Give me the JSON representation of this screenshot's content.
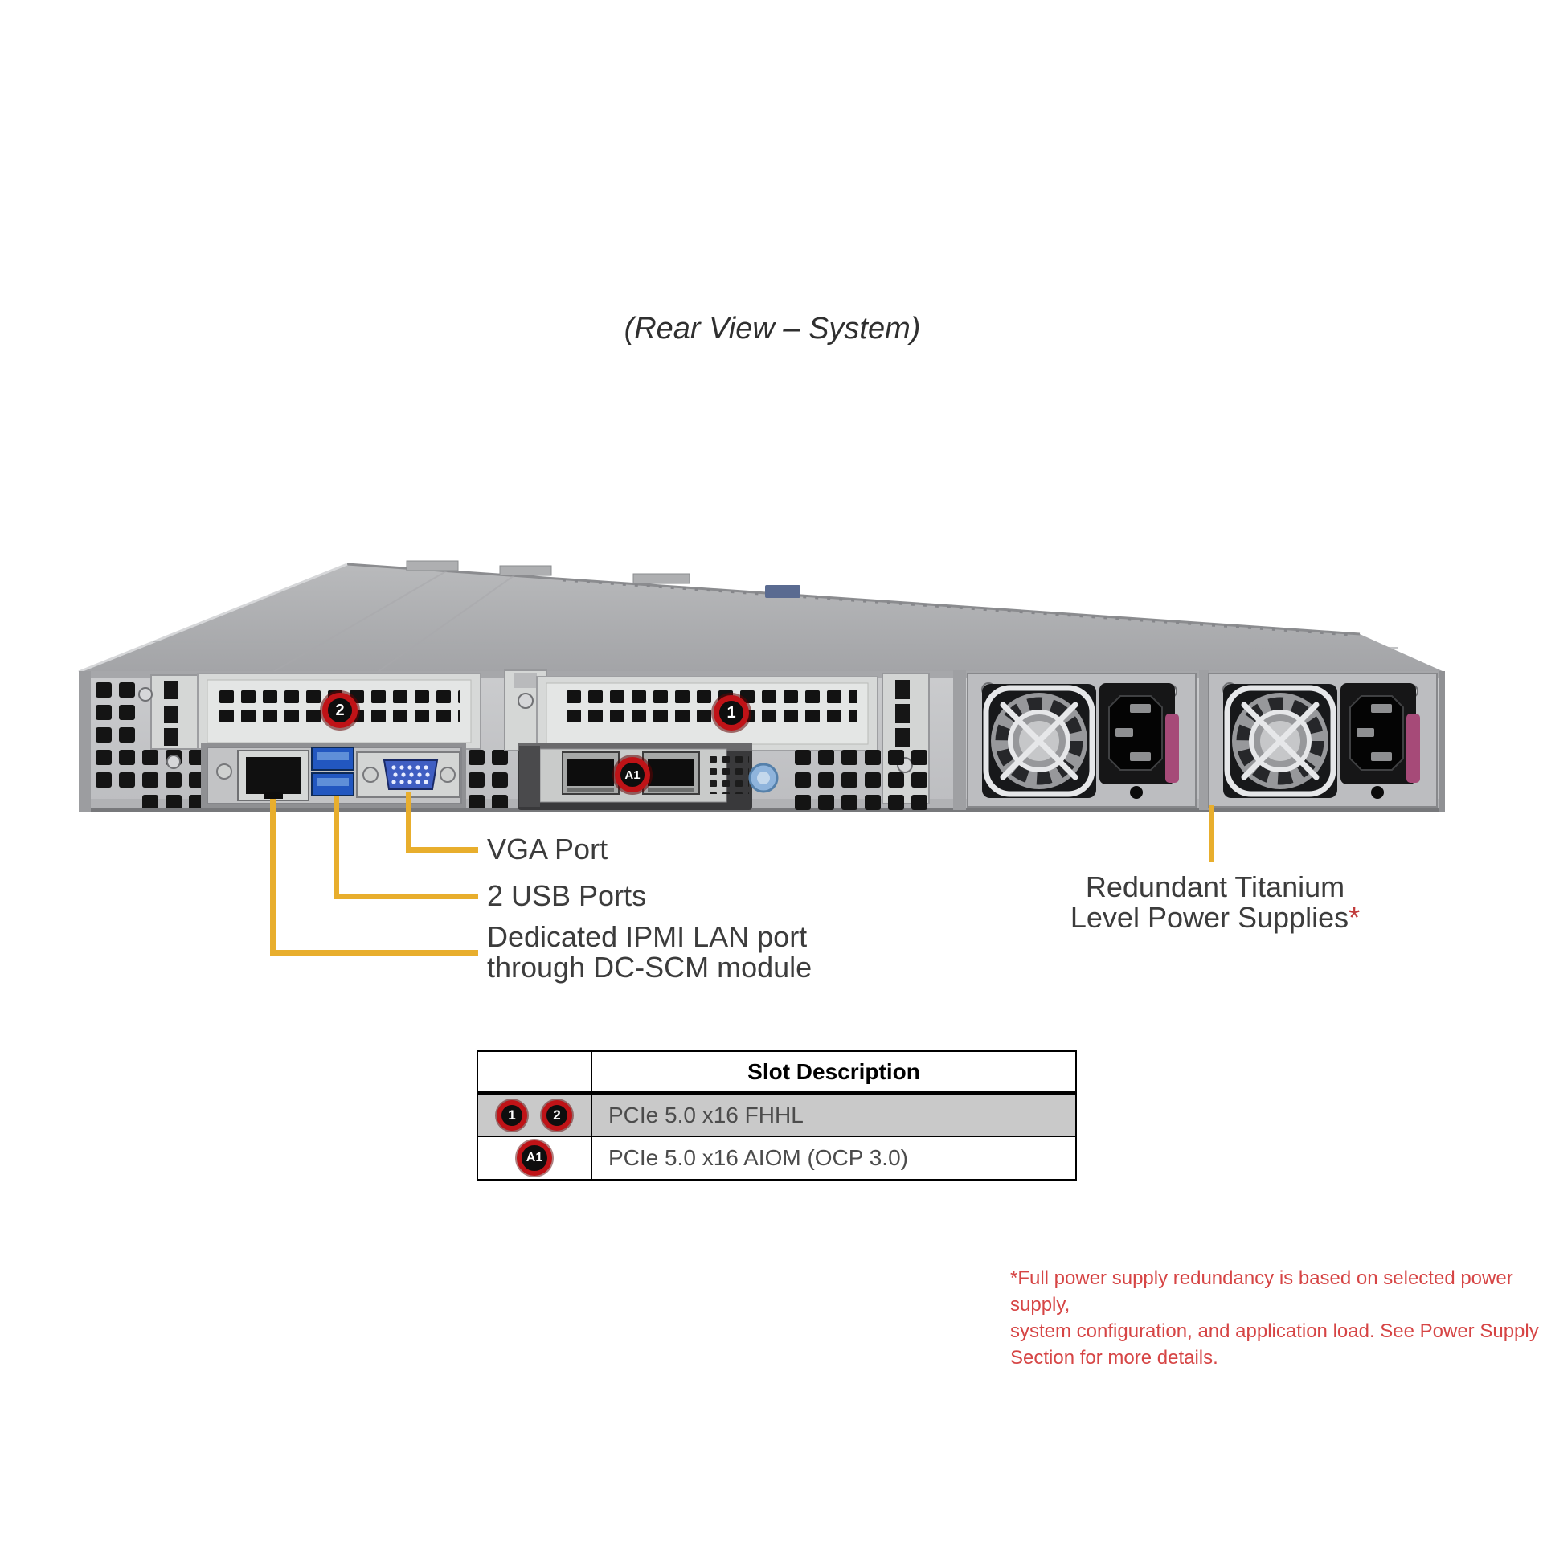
{
  "title": "(Rear View – System)",
  "diagram": {
    "badges": {
      "slot1": "1",
      "slot2": "2",
      "aiom": "A1"
    },
    "callouts": {
      "vga": "VGA Port",
      "usb": "2 USB Ports",
      "ipmi": "Dedicated IPMI LAN port\nthrough DC-SCM module",
      "psu_line1": "Redundant Titanium",
      "psu_line2": "Level Power Supplies",
      "psu_asterisk": "*"
    }
  },
  "table": {
    "header": "Slot Description",
    "rows": [
      {
        "badges": [
          "1",
          "2"
        ],
        "description": "PCIe 5.0 x16 FHHL"
      },
      {
        "badges": [
          "A1"
        ],
        "description": "PCIe 5.0 x16 AIOM (OCP 3.0)"
      }
    ]
  },
  "footnote": "*Full power supply redundancy is based on selected power supply,\nsystem configuration, and application load. See Power Supply\nSection for more details.",
  "colors": {
    "callout_yellow": "#e8ae2d",
    "badge_red": "#bf1317",
    "footnote_red": "#d64545",
    "table_row_gray": "#c9c9c9",
    "text_dark": "#3c3c3c"
  }
}
